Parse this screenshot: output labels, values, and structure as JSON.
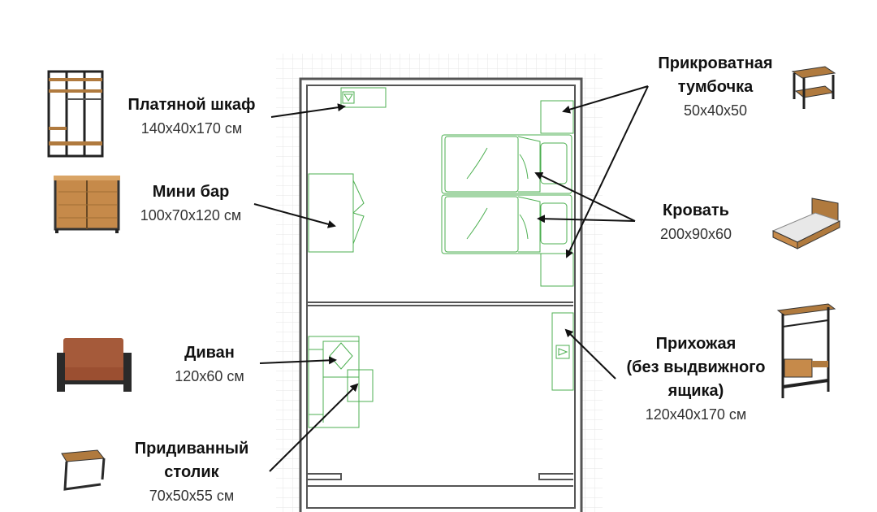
{
  "items": [
    {
      "id": "wardrobe",
      "name_lines": [
        "Платяной шкаф"
      ],
      "size": "140x40x170 см",
      "icon": "wardrobe-icon"
    },
    {
      "id": "minibar",
      "name_lines": [
        "Мини бар"
      ],
      "size": "100x70x120 см",
      "icon": "minibar-icon"
    },
    {
      "id": "sofa",
      "name_lines": [
        "Диван"
      ],
      "size": "120x60 см",
      "icon": "sofa-icon"
    },
    {
      "id": "sidetable",
      "name_lines": [
        "Придиванный",
        "столик"
      ],
      "size": "70x50x55 см",
      "icon": "side-table-icon"
    },
    {
      "id": "nightstand",
      "name_lines": [
        "Прикроватная",
        "тумбочка"
      ],
      "size": "50x40x50",
      "icon": "nightstand-icon"
    },
    {
      "id": "bed",
      "name_lines": [
        "Кровать"
      ],
      "size": "200x90x60",
      "icon": "bed-icon"
    },
    {
      "id": "hallway",
      "name_lines": [
        "Прихожая",
        "(без выдвижного",
        "ящика)"
      ],
      "size": "120x40x170 см",
      "icon": "hallway-rack-icon"
    }
  ],
  "colors": {
    "wall": "#555555",
    "furniture": "#4caf50",
    "grid": "#e4e4e4",
    "arrow": "#111111",
    "wood": "#b07a3e",
    "metal": "#2a2a2a"
  }
}
